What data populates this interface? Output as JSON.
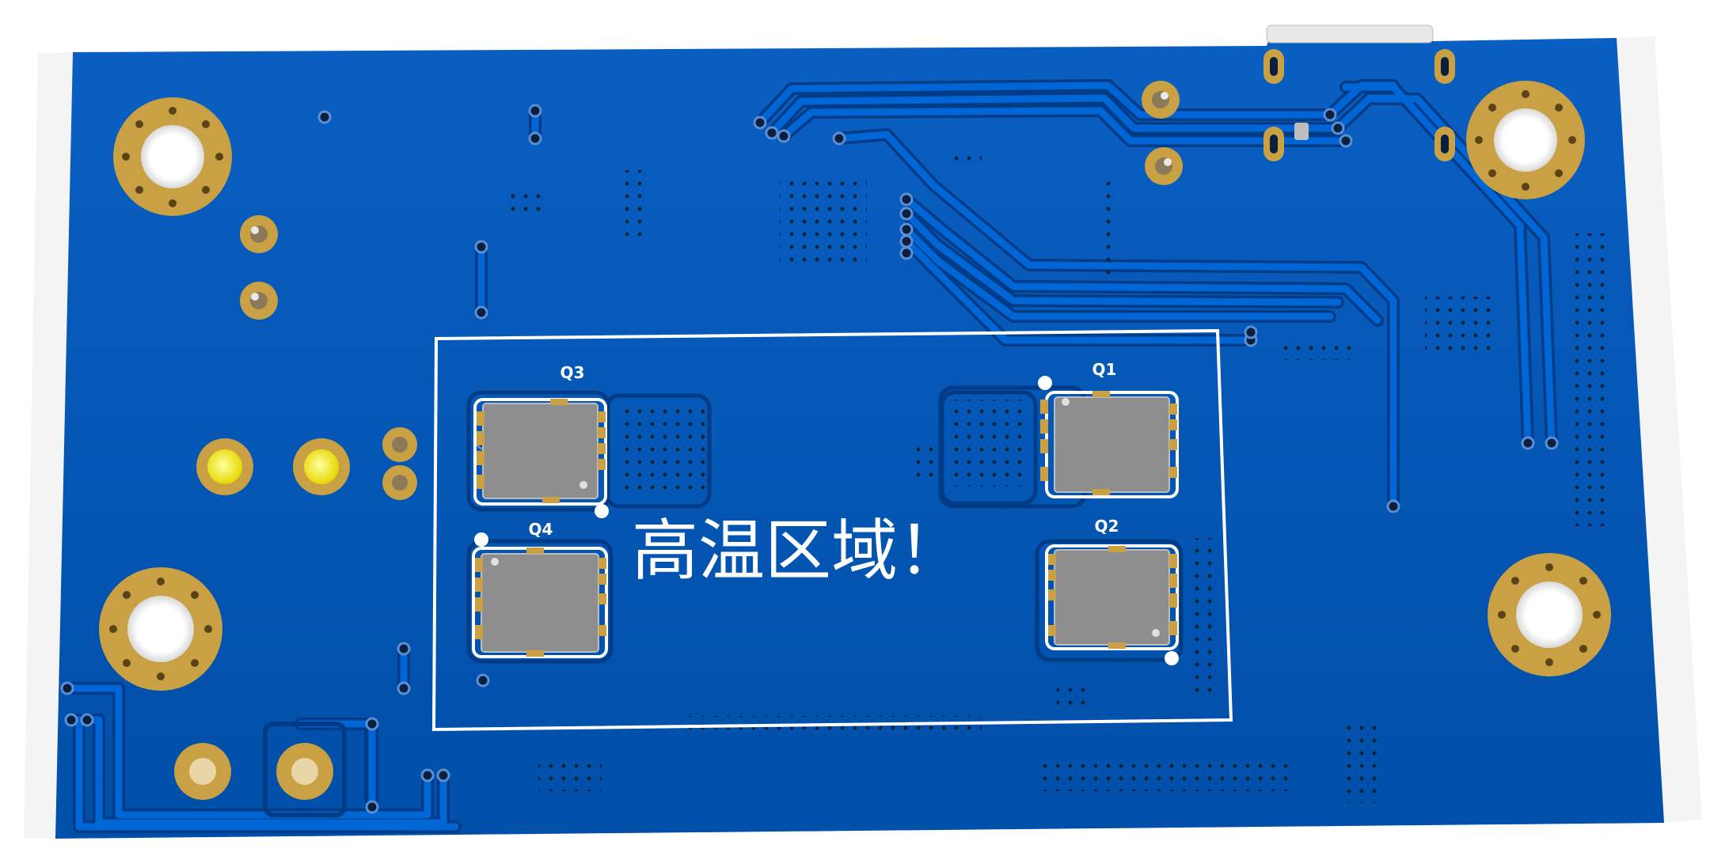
{
  "board": {
    "name": "pcb-render",
    "colors": {
      "soldermask": "#0057b8",
      "soldermask_dark": "#003d8f",
      "trace": "#0a64cc",
      "silkscreen": "#ffffff",
      "copper_pad": "#c89b3c",
      "component_body": "#8e8e8e",
      "led_yellow": "#f2e600"
    }
  },
  "components": [
    {
      "ref": "Q1"
    },
    {
      "ref": "Q2"
    },
    {
      "ref": "Q3"
    },
    {
      "ref": "Q4"
    }
  ],
  "silkscreen": {
    "warning_text": "高温区域！"
  }
}
